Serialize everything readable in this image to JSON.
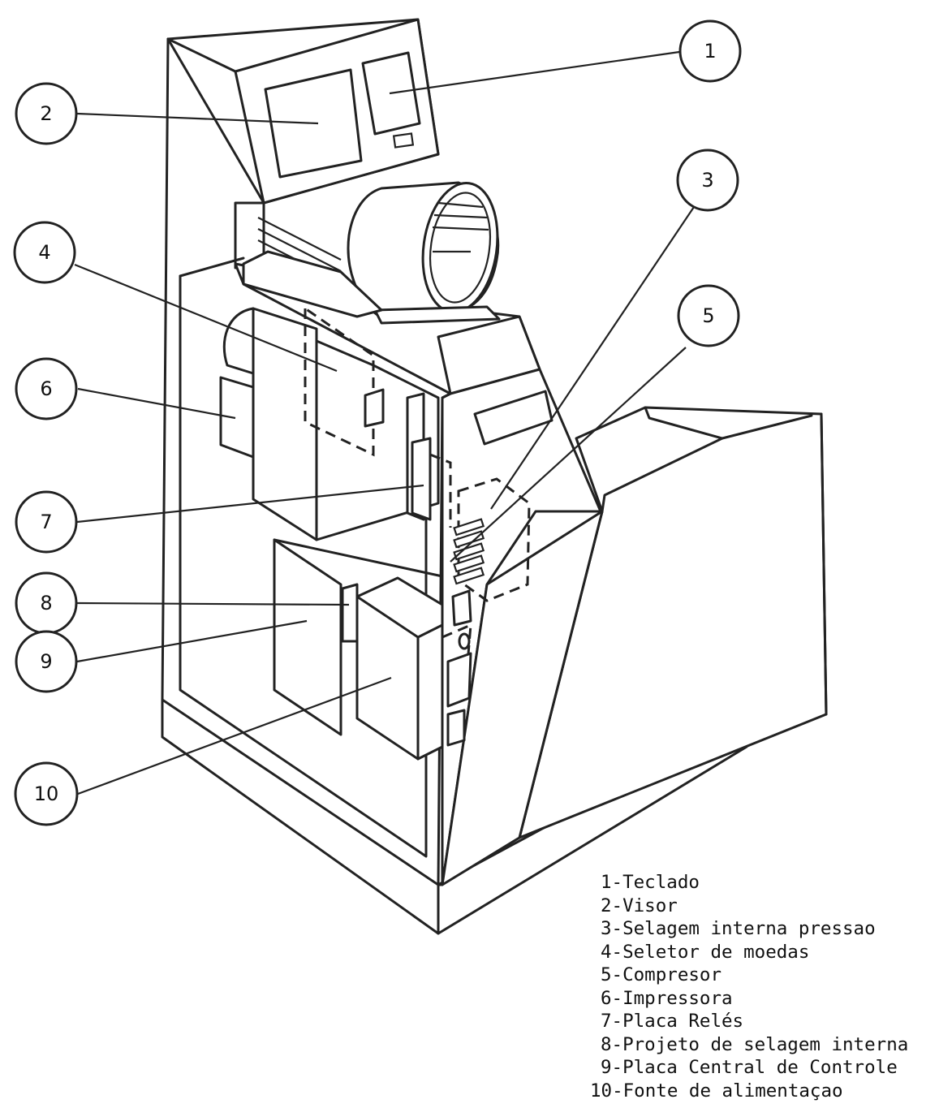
{
  "callouts": [
    "1",
    "2",
    "3",
    "4",
    "5",
    "6",
    "7",
    "8",
    "9",
    "10"
  ],
  "legend": [
    "1-Teclado",
    "2-Visor",
    "3-Selagem interna pressao",
    "4-Seletor de moedas",
    "5-Compresor",
    "6-Impressora",
    "7-Placa Relés",
    "8-Projeto de selagem interna",
    "9-Placa Central de Controle",
    "10-Fonte de alimentaçao"
  ]
}
